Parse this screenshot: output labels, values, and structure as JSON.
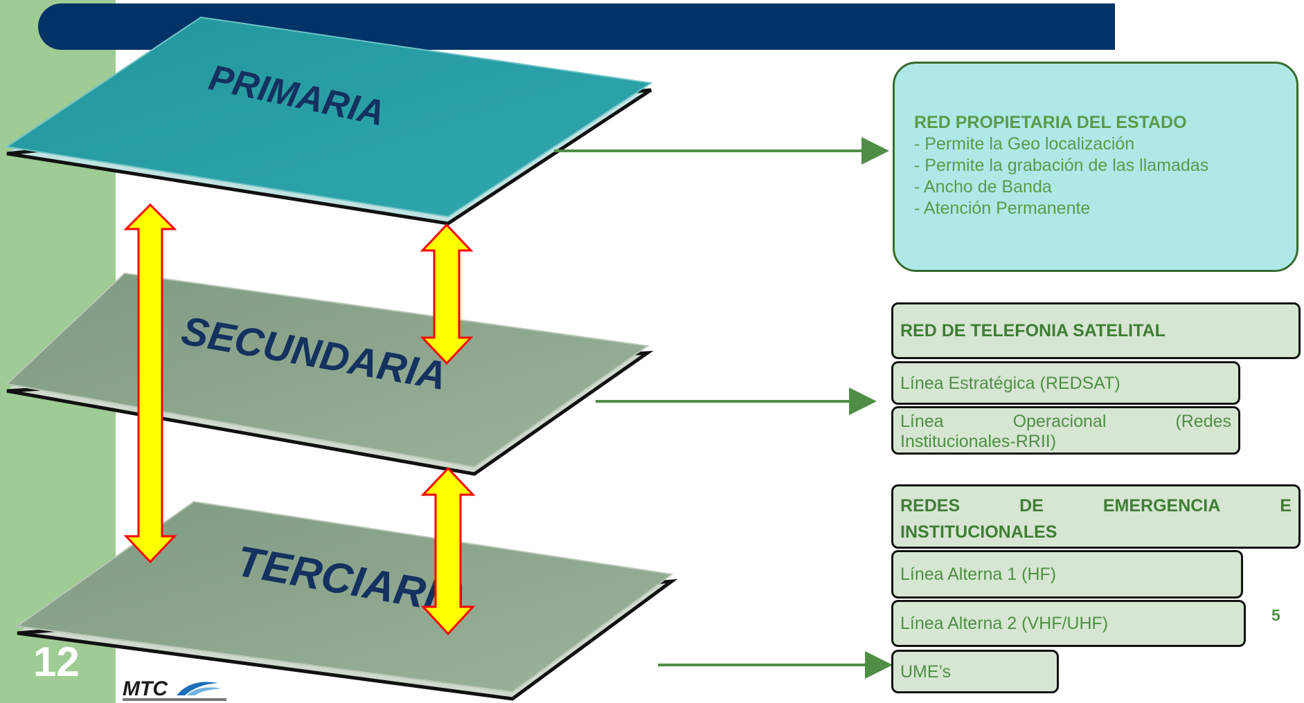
{
  "layers": [
    {
      "label": "PRIMARIA",
      "color": "#2a9da3"
    },
    {
      "label": "SECUNDARIA",
      "color": "#8fa58e"
    },
    {
      "label": "TERCIARIA",
      "color": "#8fa58e"
    }
  ],
  "primaria_box": {
    "title": "RED PROPIETARIA DEL ESTADO",
    "lines": [
      "- Permite la Geo localización",
      "- Permite la grabación de las llamadas",
      "- Ancho de Banda",
      "- Atención Permanente"
    ]
  },
  "secundaria_box": {
    "header": "RED DE TELEFONIA SATELITAL",
    "row1": "Línea Estratégica   (REDSAT)",
    "row2_line1_a": "Línea",
    "row2_line1_b": "Operacional",
    "row2_line1_c": "(Redes",
    "row2_line2": "Institucionales-RRII)"
  },
  "terciaria_box": {
    "header_w1": "REDES",
    "header_w2": "DE",
    "header_w3": "EMERGENCIA",
    "header_w4": "E",
    "header_line2": "INSTITUCIONALES",
    "row1": "Línea Alterna 1   (HF)",
    "row2": "Línea Alterna 2    (VHF/UHF)",
    "row3": "UME’s"
  },
  "slide_number": "12",
  "page_number": "5",
  "logo": {
    "text": "MTC"
  },
  "colors": {
    "sidebar": "#9fcb94",
    "header": "#003366",
    "arrow_fill": "#ffff00",
    "arrow_stroke": "#ff0000",
    "connector": "#4f8f45"
  }
}
